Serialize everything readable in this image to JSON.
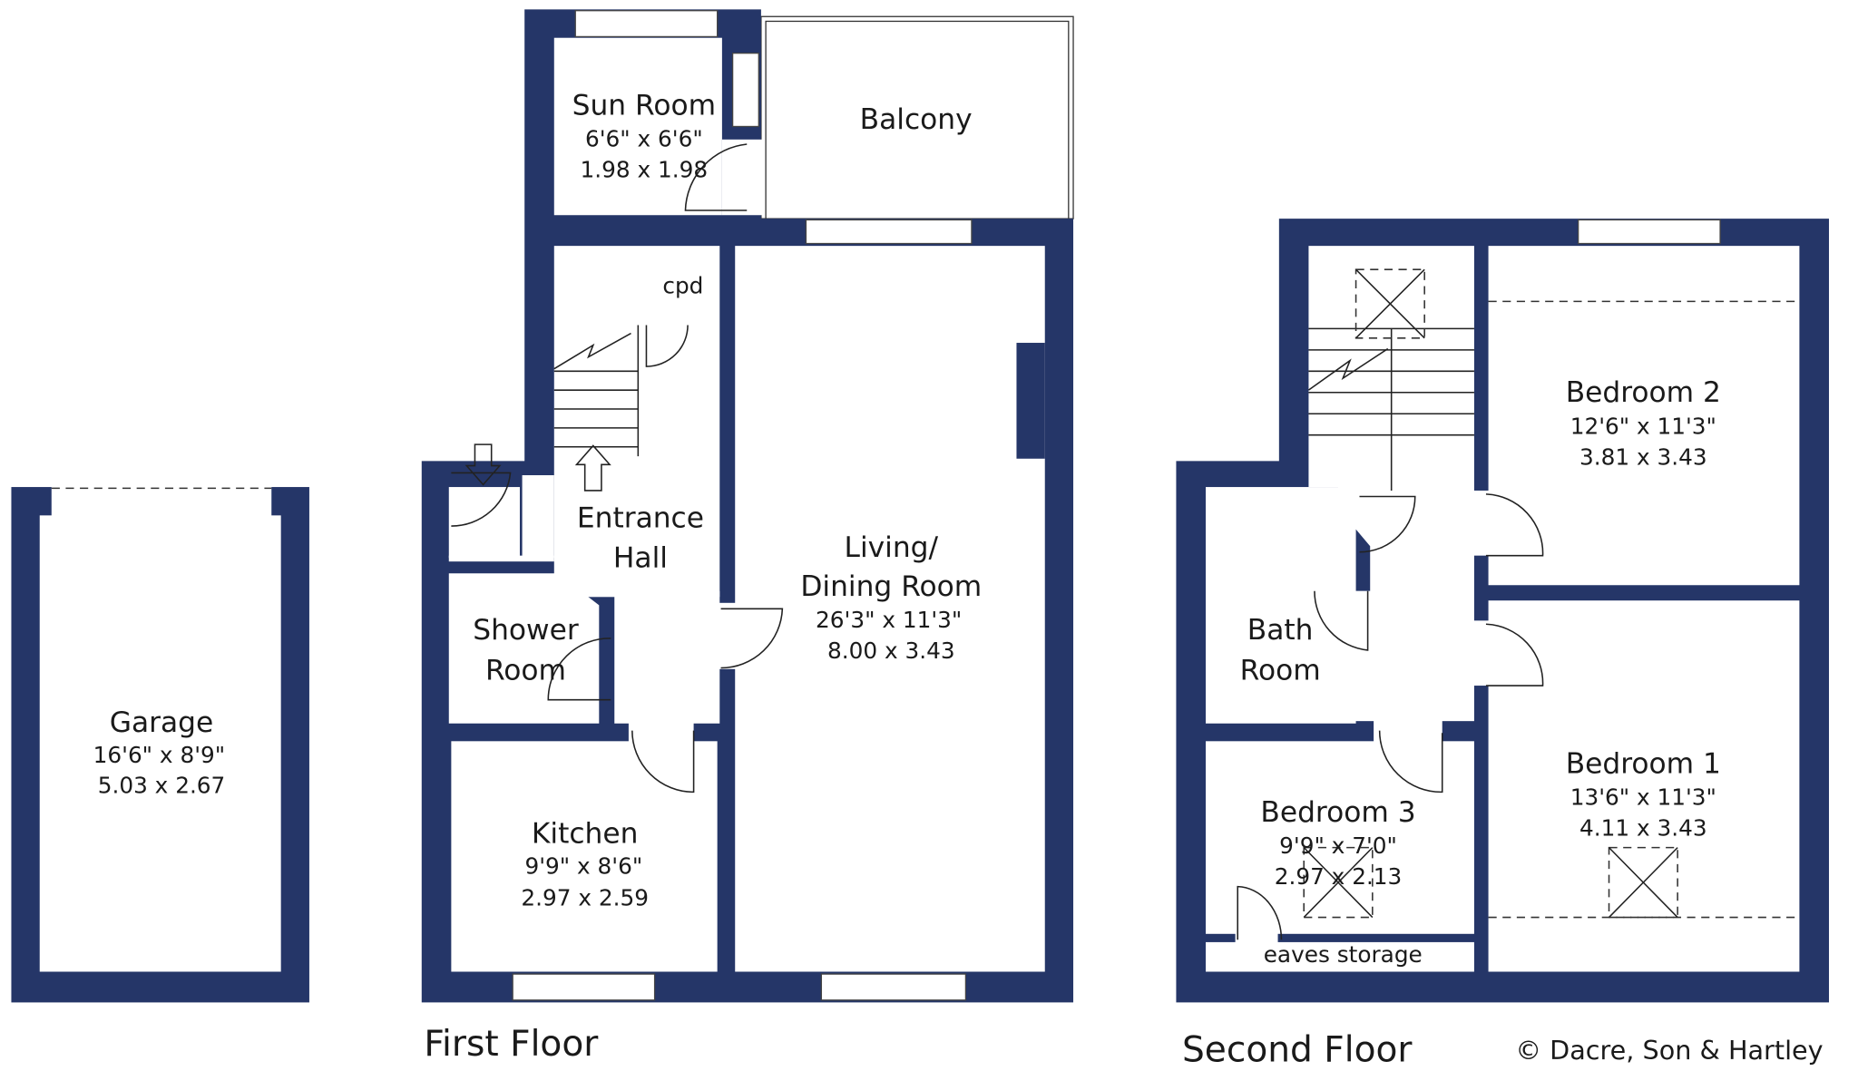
{
  "colors": {
    "wall": "#253668",
    "background": "#ffffff"
  },
  "garage": {
    "name": "Garage",
    "imperial": "16'6\"  x  8'9\"",
    "metric": "5.03  x  2.67"
  },
  "first_floor": {
    "title": "First Floor",
    "rooms": {
      "sun_room": {
        "name": "Sun Room",
        "imperial": "6'6\"  x  6'6\"",
        "metric": "1.98  x  1.98"
      },
      "balcony": {
        "name": "Balcony"
      },
      "cpd": {
        "name": "cpd"
      },
      "entrance_hall": {
        "line1": "Entrance",
        "line2": "Hall"
      },
      "living": {
        "line1": "Living/",
        "line2": "Dining Room",
        "imperial": "26'3\"  x  11'3\"",
        "metric": "8.00  x  3.43"
      },
      "shower": {
        "line1": "Shower",
        "line2": "Room"
      },
      "kitchen": {
        "name": "Kitchen",
        "imperial": "9'9\"  x  8'6\"",
        "metric": "2.97  x  2.59"
      }
    }
  },
  "second_floor": {
    "title": "Second Floor",
    "rooms": {
      "bedroom2": {
        "name": "Bedroom 2",
        "imperial": "12'6\"  x  11'3\"",
        "metric": "3.81  x  3.43"
      },
      "bath": {
        "line1": "Bath",
        "line2": "Room"
      },
      "bedroom1": {
        "name": "Bedroom 1",
        "imperial": "13'6\"  x  11'3\"",
        "metric": "4.11  x  3.43"
      },
      "bedroom3": {
        "name": "Bedroom 3",
        "imperial": "9'9\"  x  7'0\"",
        "metric": "2.97  x  2.13"
      },
      "eaves": {
        "name": "eaves storage"
      }
    }
  },
  "copyright": "© Dacre, Son & Hartley"
}
